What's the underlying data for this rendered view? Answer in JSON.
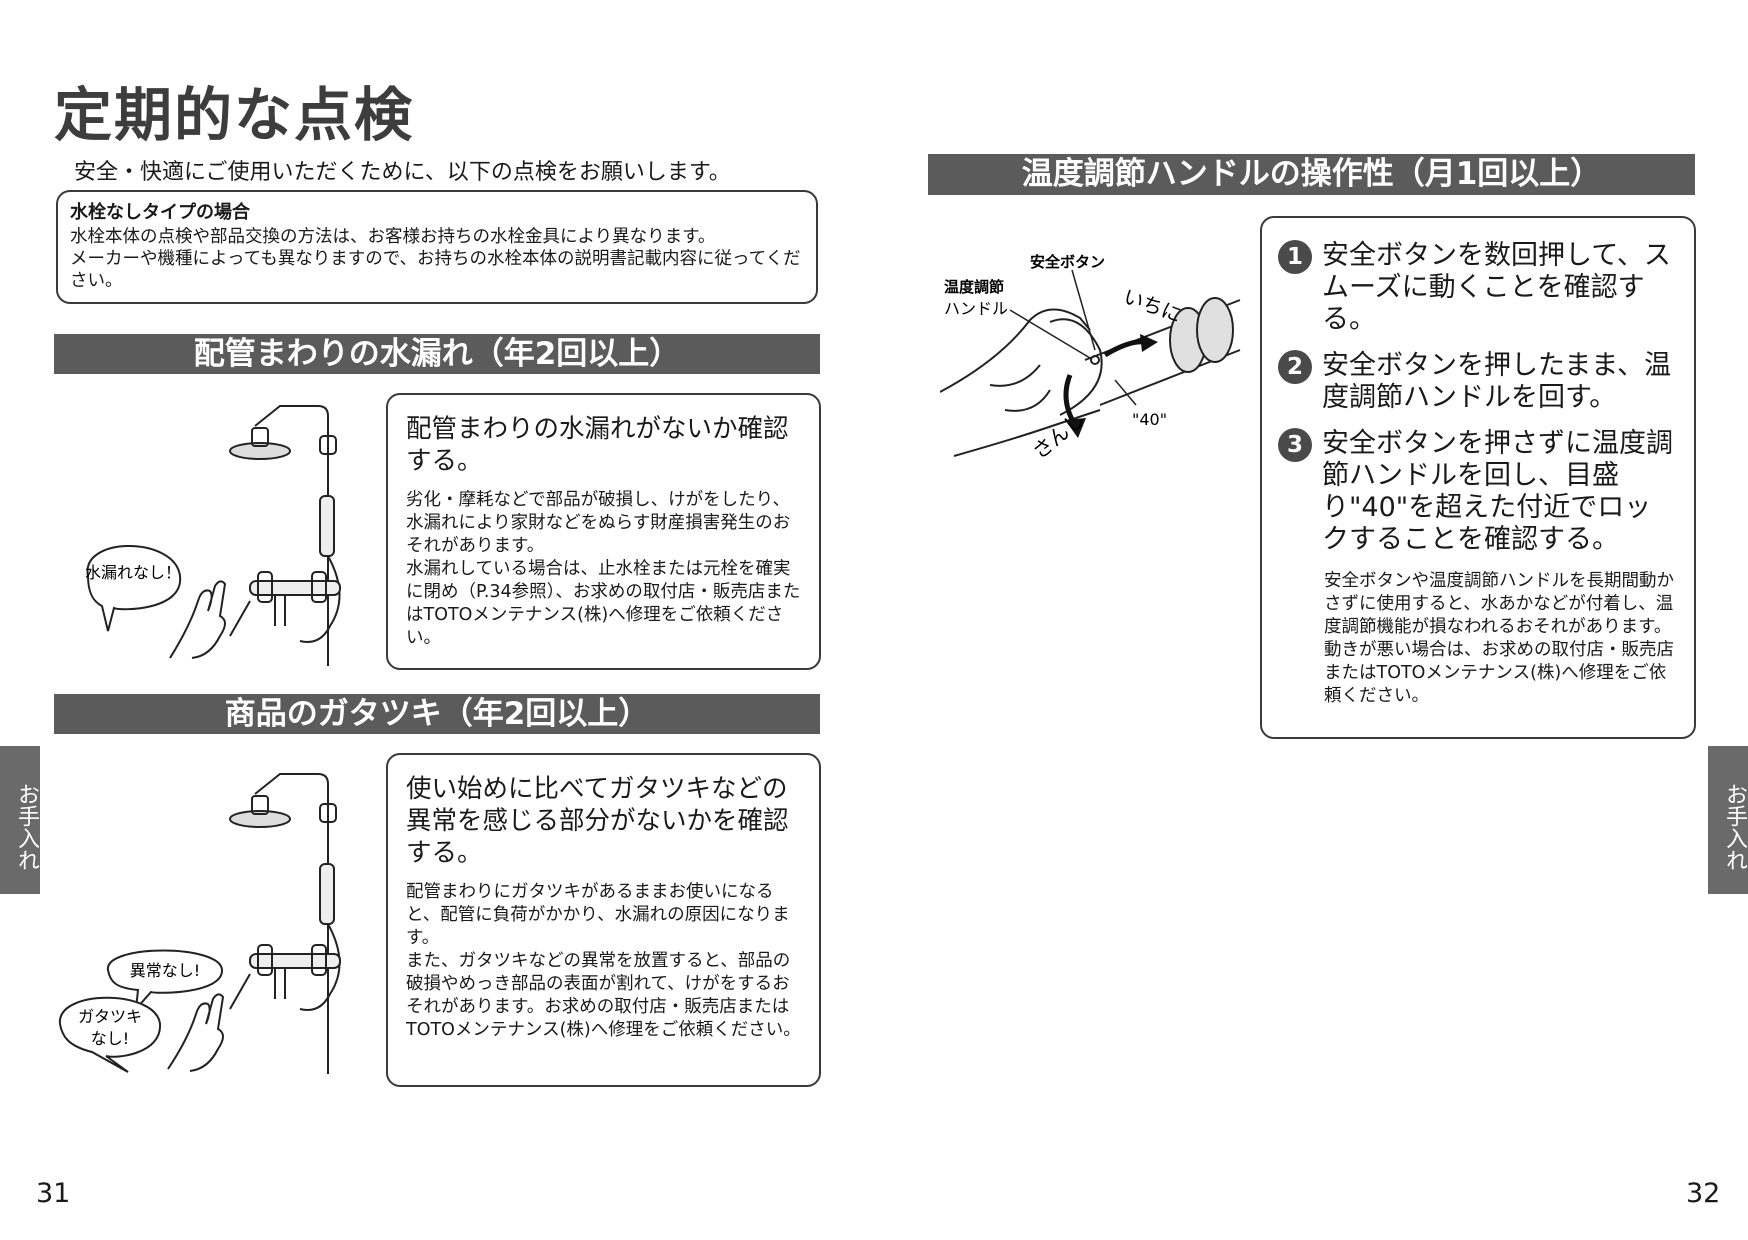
{
  "page_title": "定期的な点検",
  "intro": "安全・快適にご使用いただくために、以下の点検をお願いします。",
  "notice": {
    "title": "水栓なしタイプの場合",
    "line1": "水栓本体の点検や部品交換の方法は、お客様お持ちの水栓金具により異なります。",
    "line2": "メーカーや機種によっても異なりますので、お持ちの水栓本体の説明書記載内容に従ってください。"
  },
  "section1": {
    "heading": "配管まわりの水漏れ（年2回以上）",
    "card_title": "配管まわりの水漏れがないか確認する。",
    "card_body1": "劣化・摩耗などで部品が破損し、けがをしたり、水漏れにより家財などをぬらす財産損害発生のおそれがあります。",
    "card_body2": "水漏れしている場合は、止水栓または元栓を確実に閉め（P.34参照）、お求めの取付店・販売店またはTOTOメンテナンス(株)へ修理をご依頼ください。",
    "bubble": "水漏れなし！"
  },
  "section2": {
    "heading": "商品のガタツキ（年2回以上）",
    "card_title": "使い始めに比べてガタツキなどの異常を感じる部分がないかを確認する。",
    "card_body1": "配管まわりにガタツキがあるままお使いになると、配管に負荷がかかり、水漏れの原因になります。",
    "card_body2": "また、ガタツキなどの異常を放置すると、部品の破損やめっき部品の表面が割れて、けがをするおそれがあります。お求めの取付店・販売店またはTOTOメンテナンス(株)へ修理をご依頼ください。",
    "bubble1": "異常なし!",
    "bubble2_l1": "ガタツキ",
    "bubble2_l2": "なし!"
  },
  "section3": {
    "heading": "温度調節ハンドルの操作性（月1回以上）",
    "label_button": "安全ボタン",
    "label_handle_l1": "温度調節",
    "label_handle_l2": "ハンドル",
    "label_hot": "いちに",
    "label_cold": "さんし",
    "label_40": "\"40\"",
    "steps": [
      {
        "num": "1",
        "text": "安全ボタンを数回押して、スムーズに動くことを確認する。"
      },
      {
        "num": "2",
        "text": "安全ボタンを押したまま、温度調節ハンドルを回す。"
      },
      {
        "num": "3",
        "text": "安全ボタンを押さずに温度調節ハンドルを回し、目盛り\"40\"を超えた付近でロックすることを確認する。"
      }
    ],
    "body1": "安全ボタンや温度調節ハンドルを長期間動かさずに使用すると、水あかなどが付着し、温度調節機能が損なわれるおそれがあります。",
    "body2": "動きが悪い場合は、お求めの取付店・販売店またはTOTOメンテナンス(株)へ修理をご依頼ください。"
  },
  "side_tab_left": "お手入れ",
  "side_tab_right": "お手入れ",
  "page_left": "31",
  "page_right": "32"
}
